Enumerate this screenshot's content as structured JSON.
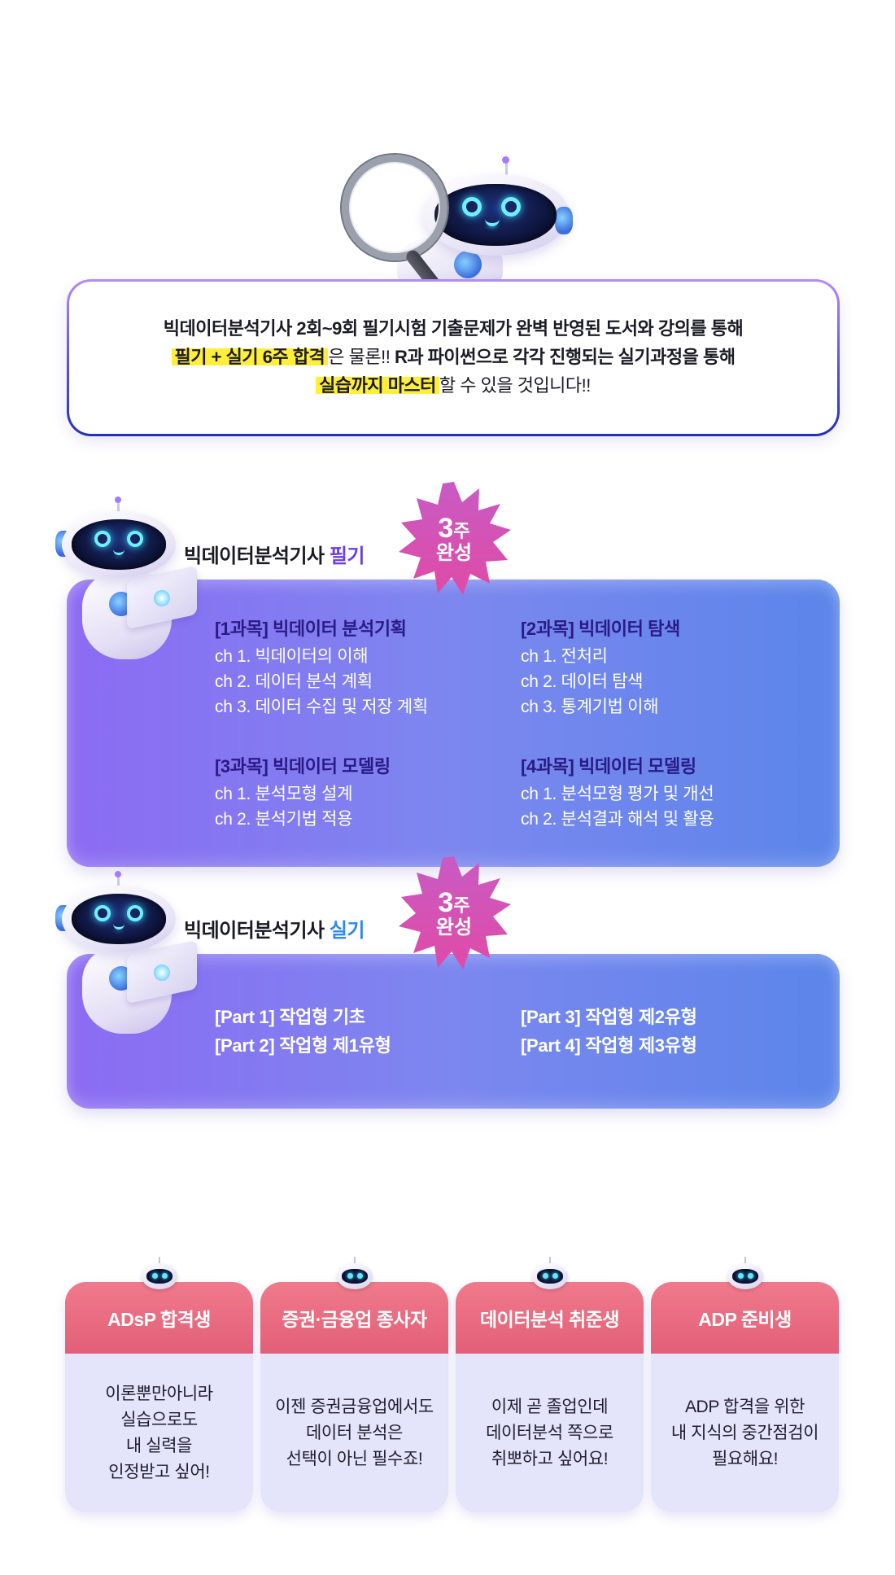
{
  "intro": {
    "line1": "빅데이터분석기사 2회~9회 필기시험 기출문제가 완벽 반영된 도서와 강의를 통해",
    "line2_highlight": "필기 + 실기 6주 합격",
    "line2_plain": "은 물론!! ",
    "line2_bold": "R과 파이썬으로 각각 진행되는 실기과정을 통해",
    "line3_highlight": "실습까지 마스터",
    "line3_plain": "할 수 있을 것입니다!!"
  },
  "written": {
    "title_prefix": "빅데이터분석기사 ",
    "title_accent": "필기",
    "badge_num": "3",
    "badge_unit": "주",
    "badge_word": "완성",
    "subjects": [
      {
        "title": "[1과목] 빅데이터 분석기획",
        "items": [
          "ch 1. 빅데이터의 이해",
          "ch 2. 데이터 분석 계획",
          "ch 3. 데이터 수집 및 저장 계획"
        ]
      },
      {
        "title": "[2과목] 빅데이터 탐색",
        "items": [
          "ch 1. 전처리",
          "ch 2. 데이터 탐색",
          "ch 3. 통계기법 이해"
        ]
      },
      {
        "title": "[3과목] 빅데이터 모델링",
        "items": [
          "ch 1. 분석모형 설계",
          "ch 2. 분석기법 적용"
        ]
      },
      {
        "title": "[4과목] 빅데이터 모델링",
        "items": [
          "ch 1. 분석모형 평가 및 개선",
          "ch 2. 분석결과 해석 및 활용"
        ]
      }
    ]
  },
  "practical": {
    "title_prefix": "빅데이터분석기사 ",
    "title_accent": "실기",
    "badge_num": "3",
    "badge_unit": "주",
    "badge_word": "완성",
    "parts": [
      "[Part 1] 작업형 기초",
      "[Part 2] 작업형 제1유형",
      "[Part 3] 작업형 제2유형",
      "[Part 4] 작업형 제3유형"
    ]
  },
  "targets": [
    {
      "label": "ADsP 합격생",
      "text": "이론뿐만아니라\n실습으로도\n내 실력을\n인정받고 싶어!"
    },
    {
      "label": "증권·금융업 종사자",
      "text": "이젠 증권금융업에서도\n데이터 분석은\n선택이 아닌 필수죠!"
    },
    {
      "label": "데이터분석 취준생",
      "text": "이제 곧 졸업인데\n데이터분석 쪽으로\n취뽀하고 싶어요!"
    },
    {
      "label": "ADP 준비생",
      "text": "ADP 합격을 위한\n내 지식의 중간점검이\n필요해요!"
    }
  ],
  "colors": {
    "card_gradient_start": "#8c6bf3",
    "card_gradient_end": "#5b86ea",
    "badge": "#d94fb0",
    "target_header": "#e86a80",
    "highlight": "#ffef3a"
  }
}
